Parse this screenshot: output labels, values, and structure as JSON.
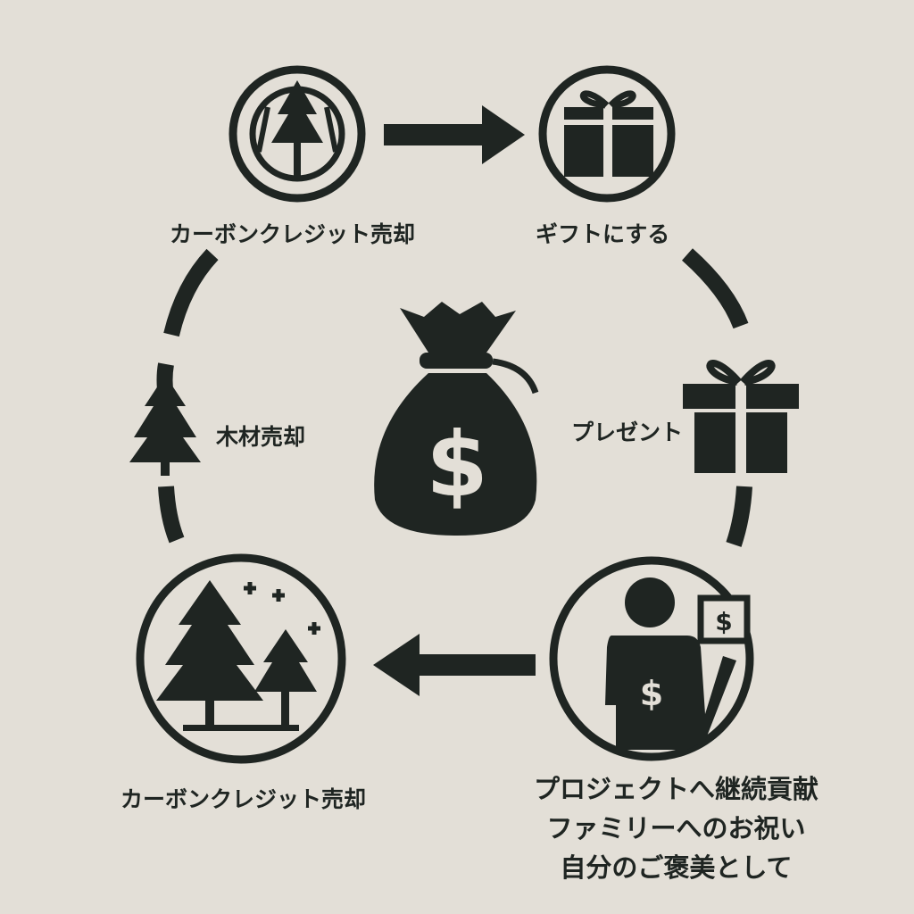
{
  "labels": {
    "top_left": "カーボンクレジット売却",
    "top_right": "ギフトにする",
    "left_middle": "木材売却",
    "right_middle": "プレゼント",
    "bottom_left": "カーボンクレジット売却",
    "bottom_right": [
      "プロジェクトへ継続貢献",
      "ファミリーへのお祝い",
      "自分のご褒美として"
    ]
  },
  "colors": {
    "background": "#e3dfd7",
    "ink": "#1f2522"
  }
}
